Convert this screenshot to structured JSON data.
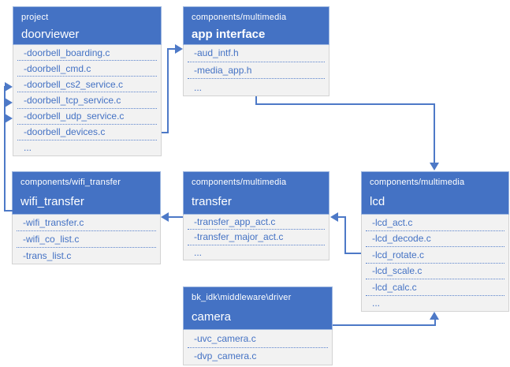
{
  "colors": {
    "header_bg": "#4472C4",
    "header_text": "#FFFFFF",
    "body_bg": "#F2F2F2",
    "body_border": "#D3D3D3",
    "file_text": "#4472C4",
    "connector": "#4D79C7"
  },
  "boxes": {
    "project": {
      "path": "project",
      "title": "doorviewer",
      "files": [
        "-doorbell_boarding.c",
        "-doorbell_cmd.c",
        "-doorbell_cs2_service.c",
        "-doorbell_tcp_service.c",
        "-doorbell_udp_service.c",
        "-doorbell_devices.c",
        "..."
      ]
    },
    "app_interface": {
      "path": "components/multimedia",
      "title": "app interface",
      "files": [
        "-aud_intf.h",
        "-media_app.h",
        "..."
      ]
    },
    "wifi_transfer": {
      "path": "components/wifi_transfer",
      "title": "wifi_transfer",
      "files": [
        "-wifi_transfer.c",
        "-wifi_co_list.c",
        "-trans_list.c"
      ]
    },
    "transfer": {
      "path": "components/multimedia",
      "title": "transfer",
      "files": [
        "-transfer_app_act.c",
        "-transfer_major_act.c",
        "..."
      ]
    },
    "lcd": {
      "path": "components/multimedia",
      "title": "lcd",
      "files": [
        "-lcd_act.c",
        "-lcd_decode.c",
        "-lcd_rotate.c",
        "-lcd_scale.c",
        "-lcd_calc.c",
        "..."
      ]
    },
    "camera": {
      "path": "bk_idk\\middleware\\driver",
      "title": "camera",
      "files": [
        "-uvc_camera.c",
        "-dvp_camera.c"
      ]
    }
  },
  "edges": [
    {
      "from": "project (doorbell_devices.c)",
      "to": "app interface"
    },
    {
      "from": "app interface",
      "to": "lcd"
    },
    {
      "from": "lcd",
      "to": "transfer"
    },
    {
      "from": "transfer",
      "to": "wifi_transfer"
    },
    {
      "from": "wifi_transfer",
      "to": "project (doorbell_cs2_service.c)"
    },
    {
      "from": "wifi_transfer",
      "to": "project (doorbell_tcp_service.c)"
    },
    {
      "from": "wifi_transfer",
      "to": "project (doorbell_udp_service.c)"
    },
    {
      "from": "camera",
      "to": "lcd"
    }
  ]
}
